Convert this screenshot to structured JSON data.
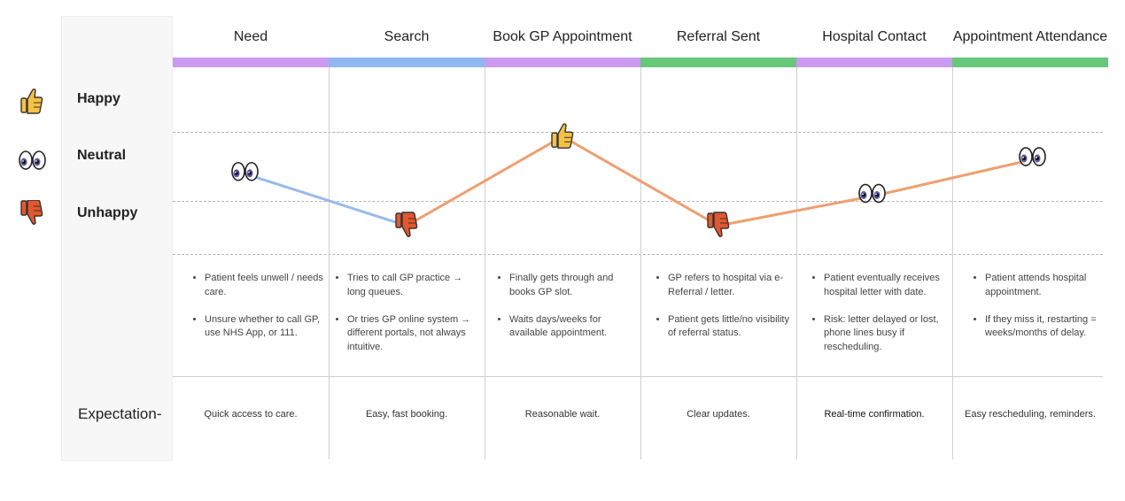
{
  "stages": [
    {
      "title": "Need",
      "color": "#cc99f0",
      "notes": [
        "Patient feels unwell / needs care.",
        "Unsure whether to call GP, use NHS App, or 111."
      ],
      "expectation": "Quick access to care.",
      "mood": "neutral",
      "mood_level": 0.52
    },
    {
      "title": "Search",
      "color": "#8eb8ef",
      "notes": [
        "Tries to call GP practice → long queues.",
        "Or tries GP online system → different portals, not always intuitive."
      ],
      "expectation": "Easy, fast booking.",
      "mood": "unhappy",
      "mood_level": 0.0
    },
    {
      "title": "Book GP Appointment",
      "color": "#cc99f0",
      "notes": [
        "Finally gets through and books GP slot.",
        "Waits days/weeks for available appointment."
      ],
      "expectation": "Reasonable wait.",
      "mood": "happy",
      "mood_level": 0.9
    },
    {
      "title": "Referral Sent",
      "color": "#67c77a",
      "notes": [
        "GP refers to hospital via e-Referral / letter.",
        "Patient gets little/no visibility of referral status."
      ],
      "expectation": "Clear updates.",
      "mood": "unhappy",
      "mood_level": 0.0
    },
    {
      "title": "Hospital Contact",
      "color": "#cc99f0",
      "notes": [
        "Patient eventually receives hospital letter with date.",
        "Risk: letter delayed or lost, phone lines busy if rescheduling."
      ],
      "expectation": "Real-time confirmation.",
      "mood": "neutral",
      "mood_level": 0.3
    },
    {
      "title": "Appointment Attendance",
      "color": "#67c77a",
      "notes": [
        "Patient attends hospital appointment.",
        "If they miss it, restarting = weeks/months of delay."
      ],
      "expectation": "Easy rescheduling, reminders.",
      "mood": "neutral",
      "mood_level": 0.67
    }
  ],
  "mood_levels": {
    "happy": {
      "label": "Happy",
      "icon": "thumbs-up-icon"
    },
    "neutral": {
      "label": "Neutral",
      "icon": "eyes-icon"
    },
    "unhappy": {
      "label": "Unhappy",
      "icon": "thumbs-down-icon"
    }
  },
  "expectation_label": "Expectation-",
  "colors": {
    "first_segment": "#98b9ee",
    "line": "#ee9f70",
    "thumbs_up": "#f6c143",
    "thumbs_down": "#e4572e"
  }
}
